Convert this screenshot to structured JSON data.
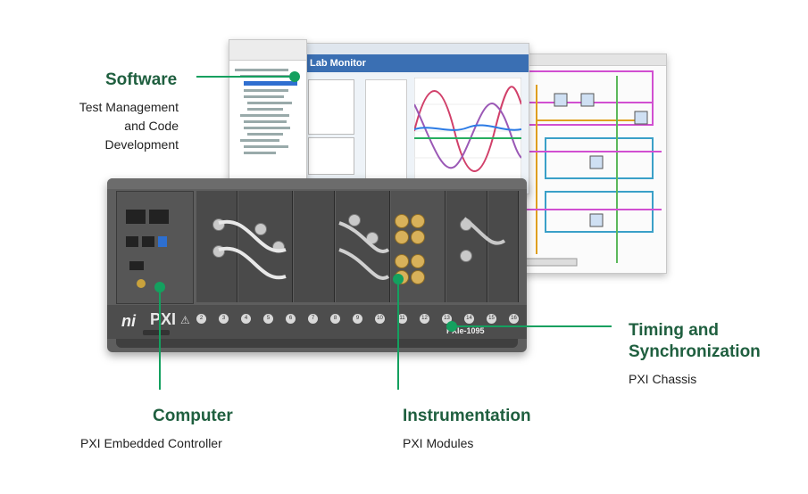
{
  "labels": {
    "software": {
      "title": "Software",
      "subtitle_lines": [
        "Test Management",
        "and Code",
        "Development"
      ]
    },
    "timing": {
      "title_lines": [
        "Timing and",
        "Synchronization"
      ],
      "subtitle": "PXI Chassis"
    },
    "computer": {
      "title": "Computer",
      "subtitle": "PXI Embedded Controller"
    },
    "instrumentation": {
      "title": "Instrumentation",
      "subtitle": "PXI Modules"
    }
  },
  "chassis": {
    "brand_logo": "ni",
    "brand_text": "PXI",
    "model": "PXIe-1095"
  },
  "software_window": {
    "title": "Lab Monitor"
  },
  "colors": {
    "accent_green": "#14a05f",
    "heading_green": "#1f5f3f",
    "chassis_gray": "#5a5a5a"
  }
}
